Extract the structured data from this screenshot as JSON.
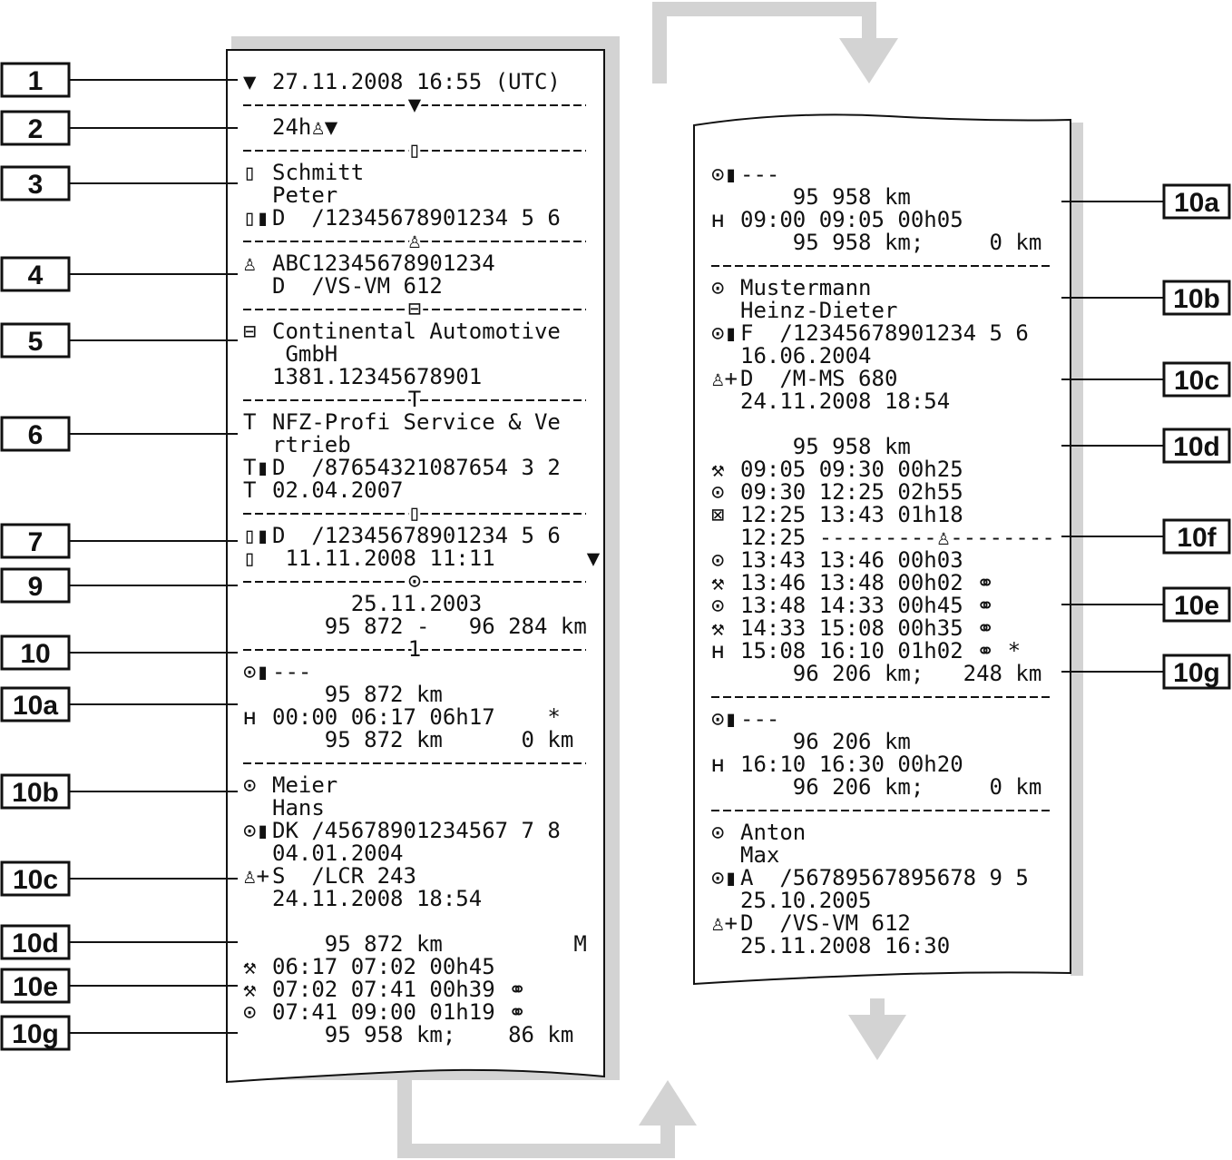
{
  "left_strip": {
    "lines": [
      {
        "sym": "▼",
        "text": "27.11.2008 16:55 (UTC)"
      },
      {
        "sep": "▼"
      },
      {
        "sym": "",
        "text": "24h♙▼"
      },
      {
        "sep": "▯"
      },
      {
        "sym": "▯",
        "text": "Schmitt"
      },
      {
        "sym": "",
        "text": "Peter"
      },
      {
        "sym": "▯▮",
        "text": "D  /12345678901234 5 6"
      },
      {
        "sep": "♙"
      },
      {
        "sym": "♙",
        "text": "ABC12345678901234"
      },
      {
        "sym": "",
        "text": "D  /VS-VM 612"
      },
      {
        "sep": "⊟"
      },
      {
        "sym": "⊟",
        "text": "Continental Automotive"
      },
      {
        "sym": "",
        "text": " GmbH"
      },
      {
        "sym": "",
        "text": "1381.12345678901"
      },
      {
        "sep": "T"
      },
      {
        "sym": "T",
        "text": "NFZ-Profi Service & Ve"
      },
      {
        "sym": "",
        "text": "rtrieb"
      },
      {
        "sym": "T▮",
        "text": "D  /87654321087654 3 2"
      },
      {
        "sym": "T",
        "text": "02.04.2007"
      },
      {
        "sep": "▯"
      },
      {
        "sym": "▯▮",
        "text": "D  /12345678901234 5 6"
      },
      {
        "sym": "▯",
        "text": " 11.11.2008 11:11       ▼"
      },
      {
        "sep": "⊙"
      },
      {
        "sym": "",
        "text": "      25.11.2003"
      },
      {
        "sym": "",
        "text": "    95 872 -   96 284 km"
      },
      {
        "sep": "1"
      },
      {
        "sym": "⊙▮",
        "text": "---"
      },
      {
        "sym": "",
        "text": "    95 872 km"
      },
      {
        "sym": "ʜ",
        "text": "00:00 06:17 06h17    *"
      },
      {
        "sym": "",
        "text": "    95 872 km      0 km"
      },
      {
        "sep": ""
      },
      {
        "sym": "⊙",
        "text": "Meier"
      },
      {
        "sym": "",
        "text": "Hans"
      },
      {
        "sym": "⊙▮",
        "text": "DK /45678901234567 7 8"
      },
      {
        "sym": "",
        "text": "04.01.2004"
      },
      {
        "sym": "♙+",
        "text": "S  /LCR 243"
      },
      {
        "sym": "",
        "text": "24.11.2008 18:54"
      },
      {
        "blank": true
      },
      {
        "sym": "",
        "text": "    95 872 km          M"
      },
      {
        "sym": "⚒",
        "text": "06:17 07:02 00h45"
      },
      {
        "sym": "⚒",
        "text": "07:02 07:41 00h39 ⚭"
      },
      {
        "sym": "⊙",
        "text": "07:41 09:00 01h19 ⚭"
      },
      {
        "sym": "",
        "text": "    95 958 km;    86 km"
      }
    ]
  },
  "right_strip": {
    "lines": [
      {
        "blank": true
      },
      {
        "sym": "⊙▮",
        "text": "---"
      },
      {
        "sym": "",
        "text": "    95 958 km"
      },
      {
        "sym": "ʜ",
        "text": "09:00 09:05 00h05"
      },
      {
        "sym": "",
        "text": "    95 958 km;     0 km"
      },
      {
        "sep": ""
      },
      {
        "sym": "⊙",
        "text": "Mustermann"
      },
      {
        "sym": "",
        "text": "Heinz-Dieter"
      },
      {
        "sym": "⊙▮",
        "text": "F  /12345678901234 5 6"
      },
      {
        "sym": "",
        "text": "16.06.2004"
      },
      {
        "sym": "♙+",
        "text": "D  /M-MS 680"
      },
      {
        "sym": "",
        "text": "24.11.2008 18:54"
      },
      {
        "blank": true
      },
      {
        "sym": "",
        "text": "    95 958 km"
      },
      {
        "sym": "⚒",
        "text": "09:05 09:30 00h25"
      },
      {
        "sym": "⊙",
        "text": "09:30 12:25 02h55"
      },
      {
        "sym": "⊠",
        "text": "12:25 13:43 01h18"
      },
      {
        "sym": "",
        "text": "12:25 ---------♙--------"
      },
      {
        "sym": "⊙",
        "text": "13:43 13:46 00h03"
      },
      {
        "sym": "⚒",
        "text": "13:46 13:48 00h02 ⚭"
      },
      {
        "sym": "⊙",
        "text": "13:48 14:33 00h45 ⚭"
      },
      {
        "sym": "⚒",
        "text": "14:33 15:08 00h35 ⚭"
      },
      {
        "sym": "ʜ",
        "text": "15:08 16:10 01h02 ⚭ *"
      },
      {
        "sym": "",
        "text": "    96 206 km;   248 km"
      },
      {
        "sep": ""
      },
      {
        "sym": "⊙▮",
        "text": "---"
      },
      {
        "sym": "",
        "text": "    96 206 km"
      },
      {
        "sym": "ʜ",
        "text": "16:10 16:30 00h20"
      },
      {
        "sym": "",
        "text": "    96 206 km;     0 km"
      },
      {
        "sep": ""
      },
      {
        "sym": "⊙",
        "text": "Anton"
      },
      {
        "sym": "",
        "text": "Max"
      },
      {
        "sym": "⊙▮",
        "text": "A  /56789567895678 9 5"
      },
      {
        "sym": "",
        "text": "25.10.2005"
      },
      {
        "sym": "♙+",
        "text": "D  /VS-VM 612"
      },
      {
        "sym": "",
        "text": "25.11.2008 16:30"
      }
    ]
  },
  "callouts_left": [
    "1",
    "2",
    "3",
    "4",
    "5",
    "6",
    "7",
    "9",
    "10",
    "10a",
    "10b",
    "10c",
    "10d",
    "10e",
    "10g"
  ],
  "callouts_right": [
    "10a",
    "10b",
    "10c",
    "10d",
    "10f",
    "10e",
    "10g"
  ],
  "colors": {
    "arrow": "#d3d3d3",
    "ink": "#111111",
    "paper": "#ffffff"
  }
}
